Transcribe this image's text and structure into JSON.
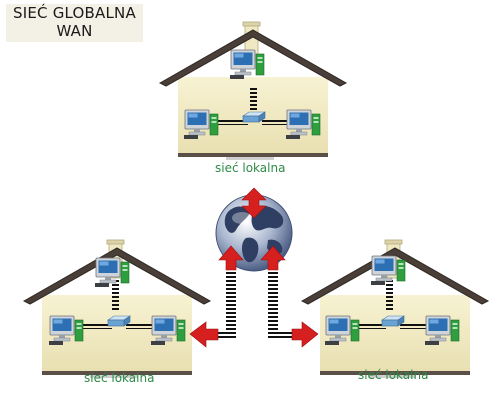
{
  "title": {
    "line1": "SIEĆ GLOBALNA",
    "line2": "WAN"
  },
  "houses": [
    {
      "label": "sieć lokalna"
    },
    {
      "label": "sieć lokalna"
    },
    {
      "label": "sieć lokalna"
    }
  ],
  "icons": {
    "globe": "globe-icon",
    "computer": "computer-icon",
    "switch": "network-switch-icon"
  },
  "colors": {
    "wall": "#f2ecc4",
    "roof": "#4a3f38",
    "arrow": "#d61f1f",
    "label": "#2e8b46"
  }
}
